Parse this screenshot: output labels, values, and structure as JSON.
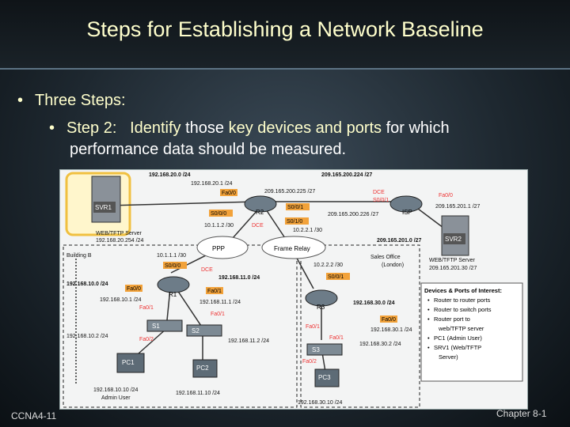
{
  "slide": {
    "title": "Steps for Establishing a Network Baseline",
    "bullet1": "Three Steps:",
    "bullet2": {
      "prefix": "Step 2:",
      "part_a": "Identify",
      "part_b": " those ",
      "part_c": "key devices and ports",
      "part_d": " for which",
      "line2": "performance data should be measured."
    },
    "footer_left": "CCNA4-11",
    "footer_right": "Chapter 8-1",
    "bullet_glyph": "•"
  },
  "diagram": {
    "networks": {
      "net_top_left": "192.168.20.0 /24",
      "net_top_right": "209.165.200.224 /27",
      "net_left": "192.168.10.0 /24",
      "net_mid": "192.168.11.0 /24",
      "net_right": "192.168.30.0 /24",
      "net_isp_lan": "209.165.201.0 /27"
    },
    "addresses": {
      "svr1_gw": "192.168.20.1 /24",
      "r2_isp_a": "209.165.200.225 /27",
      "r2_isp_b": "209.165.200.226 /27",
      "isp_lan": "209.165.201.1 /27",
      "r2_ppp": "10.1.1.2 /30",
      "r2_fr": "10.2.2.1 /30",
      "svr1_addr": "192.168.20.254 /24",
      "svr2_addr": "209.165.201.30 /27",
      "r1_ppp": "10.1.1.1 /30",
      "r3_fr": "10.2.2.2 /30",
      "r1_fa00": "192.168.10.1 /24",
      "r1_fa01": "192.168.11.1 /24",
      "r3_fa00": "192.168.30.1 /24",
      "s1_addr": "192.168.10.2 /24",
      "s2_addr": "192.168.11.2 /24",
      "s3_addr": "192.168.30.2 /24",
      "pc1_addr": "192.168.10.10 /24",
      "pc2_addr": "192.168.11.10 /24",
      "pc3_addr": "192.168.30.10 /24"
    },
    "ports": {
      "r2_fa00": "Fa0/0",
      "r2_s000": "S0/0/0",
      "r2_s001": "S0/0/1",
      "r2_s011": "S0/1/0",
      "r2_s002": "S0/0/1",
      "isp_fa00": "Fa0/0",
      "isp_s001": "S0/0/1",
      "r1_s000": "S0/0/0",
      "r1_fa00": "Fa0/0",
      "r1_fa01": "Fa0/1",
      "r3_s001": "S0/0/1",
      "r3_fa00": "Fa0/0",
      "r3_fa01": "Fa0/1",
      "s1_fa01": "Fa0/1",
      "s1_fa02": "Fa0/2",
      "s2_fa01": "Fa0/1",
      "s3_fa01": "Fa0/1",
      "s3_fa02": "Fa0/2",
      "dce_r2": "DCE",
      "dce_isp": "DCE",
      "dce_r1": "DCE"
    },
    "devices": {
      "svr1": "SVR1",
      "svr2": "SVR2",
      "r1": "R1",
      "r2": "R2",
      "r3": "R3",
      "isp": "ISP",
      "s1": "S1",
      "s2": "S2",
      "s3": "S3",
      "pc1": "PC1",
      "pc2": "PC2",
      "pc3": "PC3"
    },
    "captions": {
      "svr1_role": "WEB/TFTP Server",
      "svr2_role": "WEB/TFTP Server",
      "building": "Building B",
      "sales": "Sales Office",
      "london": "(London)",
      "ppp": "PPP",
      "frame_relay": "Frame Relay",
      "admin": "Admin User"
    },
    "legend": {
      "title": "Devices & Ports of Interest:",
      "items": [
        "Router to router ports",
        "Router to switch ports",
        "Router port to",
        "web/TFTP server",
        "PC1 (Admin User)",
        "SRV1 (Web/TFTP",
        "Server)"
      ]
    },
    "colors": {
      "port_tag": "#f2a23a",
      "port_tag_red": "#e33",
      "router": "#6d7c88",
      "zone_border": "#222222"
    }
  }
}
